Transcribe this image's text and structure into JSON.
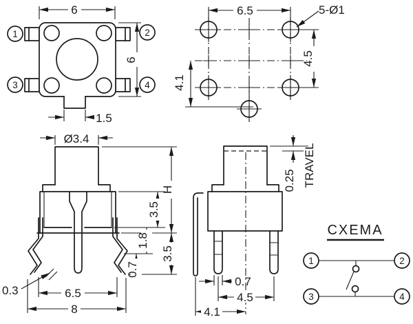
{
  "drawing": {
    "top_view": {
      "dim_width": "6",
      "dim_height": "6",
      "dim_tab_width": "1.5",
      "pins": [
        "1",
        "2",
        "3",
        "4"
      ]
    },
    "pcb_layout": {
      "dim_spacing_x": "6.5",
      "dim_spacing_y": "4.5",
      "dim_offset_y": "4.1",
      "hole_callout": "5-Ø1"
    },
    "front_view": {
      "dim_plunger_dia": "Ø3.4",
      "dim_total_height": "H",
      "dim_upper_body": "3.5",
      "dim_ledge": "1.8",
      "dim_stem": "0.7",
      "dim_lower": "3.5",
      "dim_clip_thickness": "0.3",
      "dim_inner_width": "6.5",
      "dim_outer_width": "8"
    },
    "side_view": {
      "dim_travel": "0.25",
      "travel_label": "TRAVEL",
      "dim_leg_width": "0.7",
      "dim_leg_pitch": "4.5",
      "dim_bracket_offset": "4.1"
    },
    "schematic": {
      "title": "CXEMA",
      "pins": [
        "1",
        "2",
        "3",
        "4"
      ]
    }
  },
  "colors": {
    "ink": "#1b1b1b",
    "background": "#ffffff"
  }
}
